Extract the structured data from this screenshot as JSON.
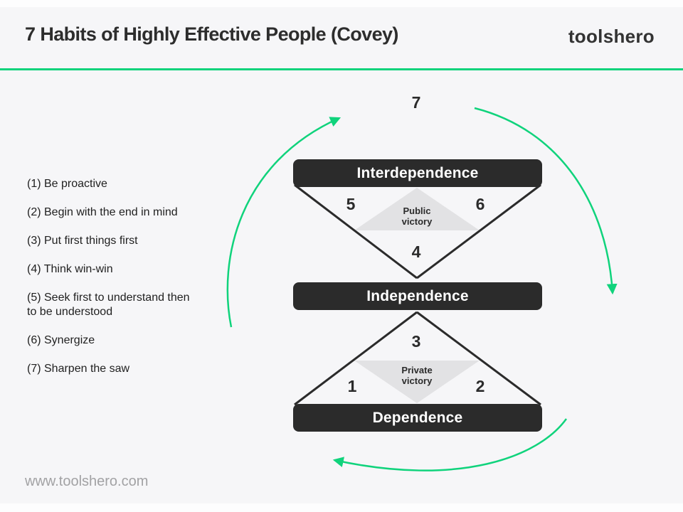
{
  "header": {
    "title": "7 Habits of Highly Effective People (Covey)",
    "logo": "toolshero"
  },
  "habits": [
    {
      "label": "(1) Be proactive"
    },
    {
      "label": "(2) Begin with the end in mind"
    },
    {
      "label": "(3) Put first things first"
    },
    {
      "label": "(4) Think win-win"
    },
    {
      "label": "(5) Seek first to understand then to be understood"
    },
    {
      "label": "(6) Synergize"
    },
    {
      "label": "(7) Sharpen the saw"
    }
  ],
  "diagram": {
    "top_number": "7",
    "levels": [
      {
        "label": "Interdependence"
      },
      {
        "label": "Independence"
      },
      {
        "label": "Dependence"
      }
    ],
    "public_victory": {
      "line1": "Public",
      "line2": "victory",
      "left_number": "5",
      "right_number": "6",
      "below_number": "4"
    },
    "private_victory": {
      "line1": "Private",
      "line2": "victory",
      "above_number": "3",
      "left_number": "1",
      "right_number": "2"
    }
  },
  "footer": {
    "url": "www.toolshero.com"
  },
  "colors": {
    "accent_green": "#10d37c",
    "dark": "#2b2b2b",
    "triangle_gray": "#e2e2e4",
    "background": "#f6f6f8"
  }
}
